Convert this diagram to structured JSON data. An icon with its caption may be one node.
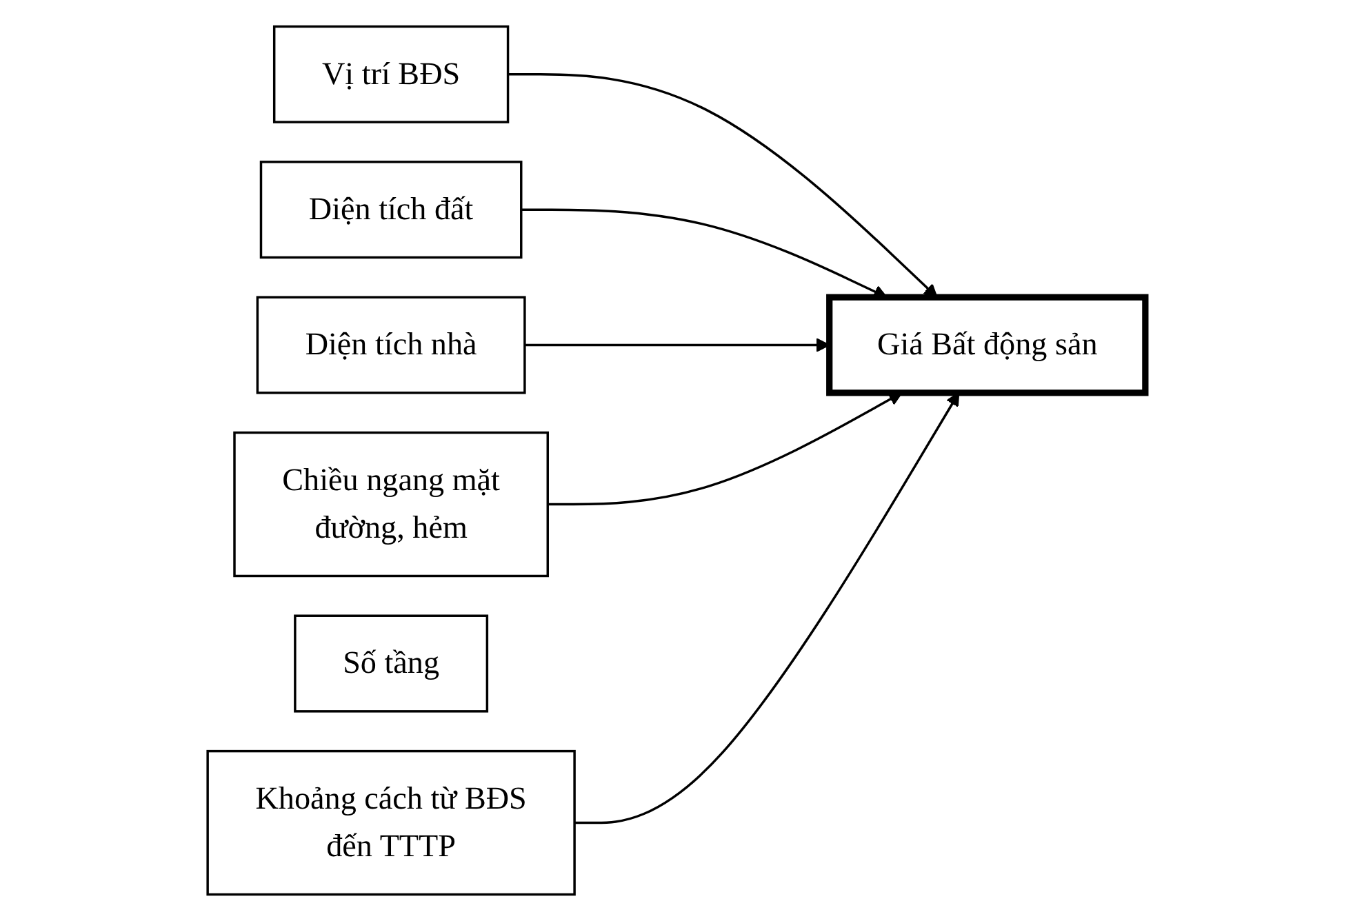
{
  "diagram": {
    "nodes": [
      {
        "text": [
          "Vị trí BĐS"
        ]
      },
      {
        "text": [
          "Diện tích đất"
        ]
      },
      {
        "text": [
          "Diện tích nhà"
        ]
      },
      {
        "text": [
          "Chiều ngang mặt đường, hẻm"
        ]
      },
      {
        "text": [
          "Số tầng"
        ]
      },
      {
        "text": [
          "Khoảng cách từ BĐS đến TTTP"
        ]
      },
      {
        "text": [
          "Giá Bất động sản"
        ]
      }
    ],
    "edges": [
      {
        "from": 0,
        "to": 6,
        "arrow": "to"
      },
      {
        "from": 1,
        "to": 6,
        "arrow": "to"
      },
      {
        "from": 2,
        "to": 6,
        "arrow": "to"
      },
      {
        "from": 3,
        "to": 6,
        "arrow": "to"
      },
      {
        "from": 5,
        "to": 6,
        "arrow": "to"
      }
    ]
  }
}
